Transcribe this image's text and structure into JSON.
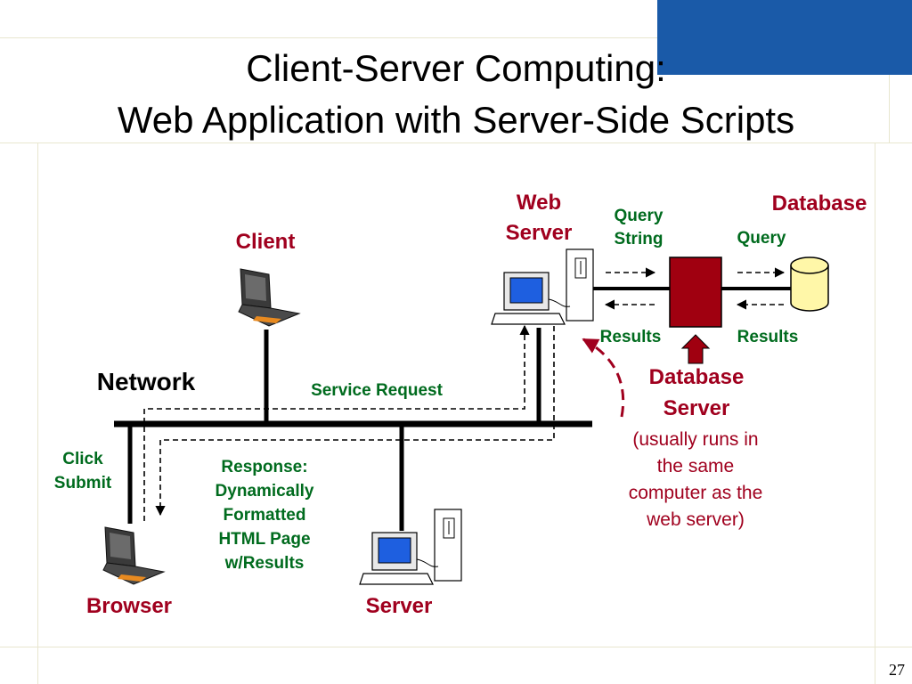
{
  "slide": {
    "title_line1": "Client-Server Computing:",
    "title_line2": "Web Application with Server-Side Scripts",
    "page_number": "27"
  },
  "labels": {
    "client": "Client",
    "web_server_1": "Web",
    "web_server_2": "Server",
    "database": "Database",
    "query_string_1": "Query",
    "query_string_2": "String",
    "query": "Query",
    "results_left": "Results",
    "results_right": "Results",
    "network": "Network",
    "service_request": "Service Request",
    "click_1": "Click",
    "click_2": "Submit",
    "response_1": "Response:",
    "response_2": "Dynamically",
    "response_3": "Formatted",
    "response_4": "HTML Page",
    "response_5": "w/Results",
    "browser": "Browser",
    "server": "Server",
    "db_server_1": "Database",
    "db_server_2": "Server",
    "db_note_1": "(usually runs in",
    "db_note_2": "the same",
    "db_note_3": "computer as the",
    "db_note_4": "web server)"
  },
  "colors": {
    "label_red": "#a0001e",
    "label_green": "#006b1e",
    "db_box": "#a00010",
    "db_cylinder": "#fff7a8",
    "monitor_screen": "#1e5fe0",
    "laptop_body": "#3a3a3a",
    "laptop_accent": "#e88a20",
    "corner_block": "#1a5aa8"
  },
  "icons": [
    "laptop-icon",
    "desktop-computer-icon",
    "database-cylinder-icon",
    "up-arrow-icon"
  ]
}
